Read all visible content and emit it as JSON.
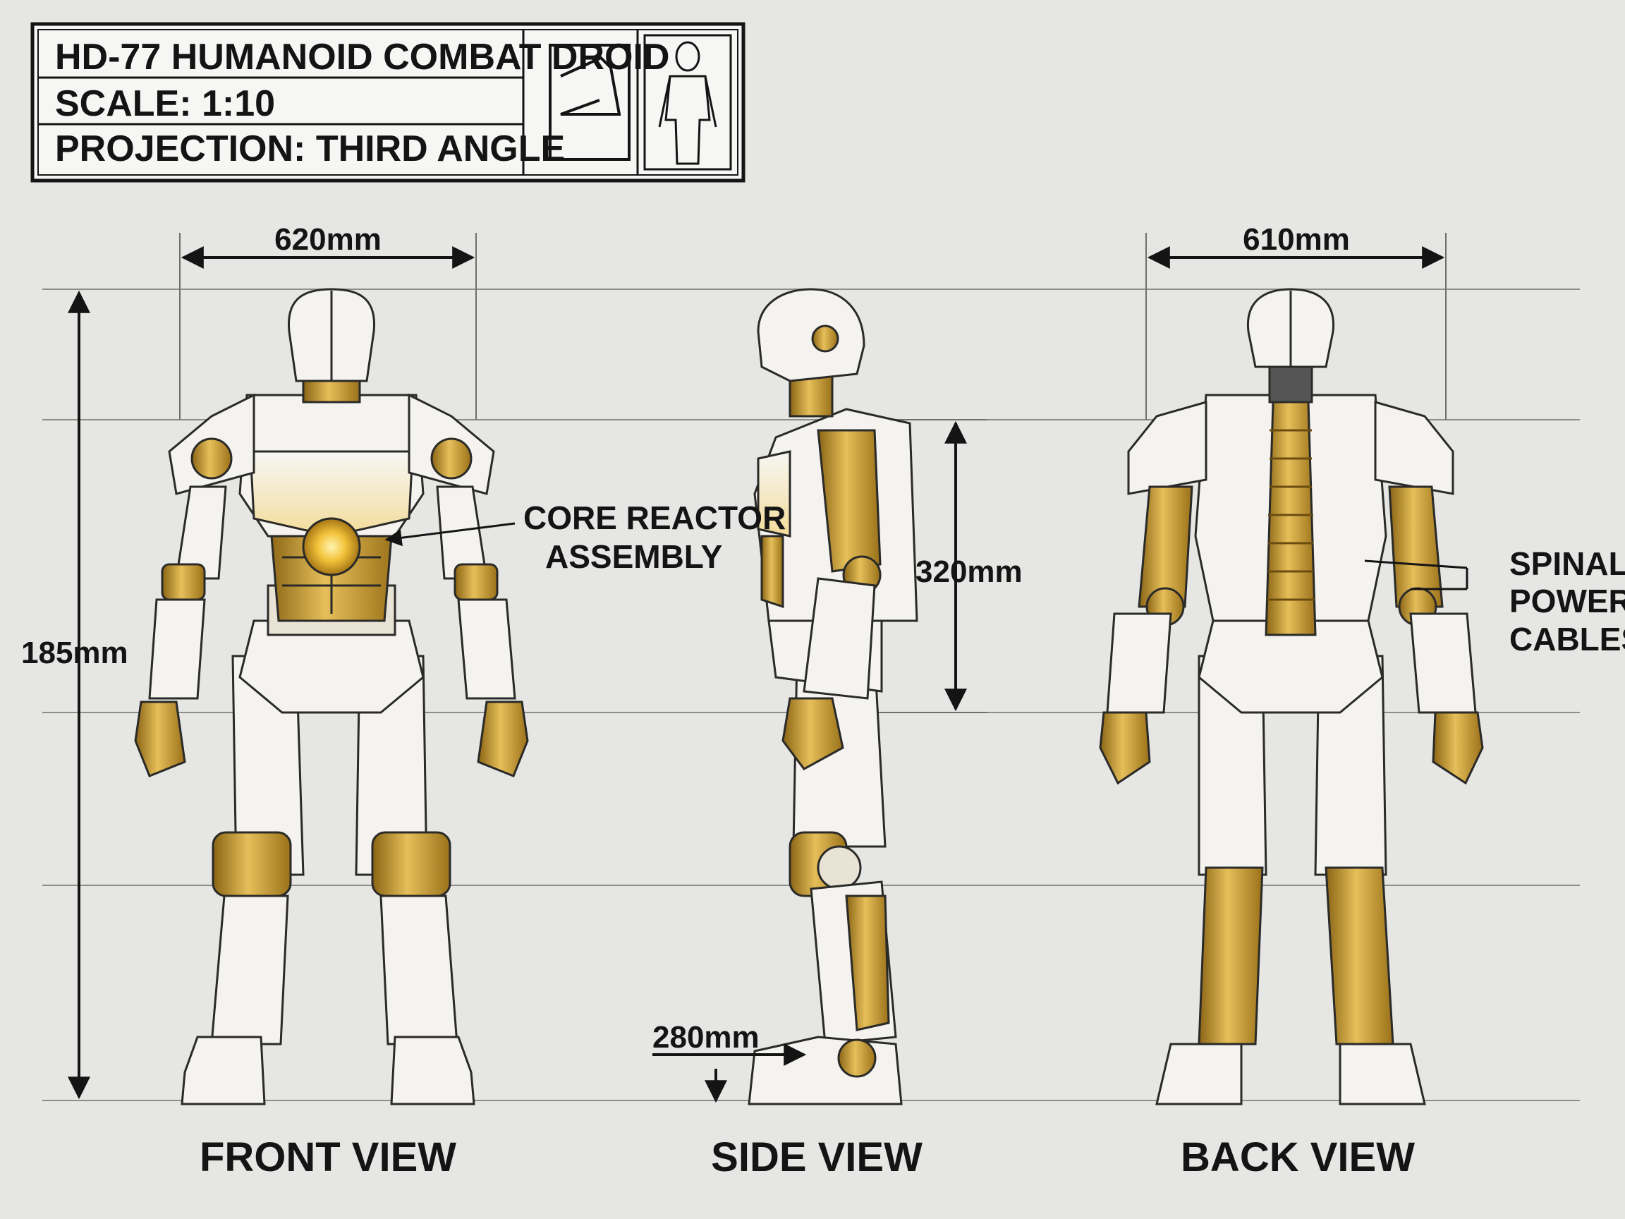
{
  "title_block": {
    "title": "HD-77 HUMANOID COMBAT DROID",
    "scale": "SCALE: 1:10",
    "projection": "PROJECTION: THIRD ANGLE"
  },
  "dimensions": {
    "front_width": "620mm",
    "back_width": "610mm",
    "overall_height": "185mm",
    "torso_height": "320mm",
    "foot_height": "280mm"
  },
  "callouts": {
    "core_reactor_line1": "CORE REACTOR",
    "core_reactor_line2": "ASSEMBLY",
    "spinal_line1": "SPINAL",
    "spinal_line2": "POWER",
    "spinal_line3": "CABLES"
  },
  "views": {
    "front": "FRONT VIEW",
    "side": "SIDE VIEW",
    "back": "BACK VIEW"
  },
  "colors": {
    "background": "#e6e6e4",
    "armor_white": "#f4f3ef",
    "gold": "#c9992e",
    "line": "#141414"
  }
}
